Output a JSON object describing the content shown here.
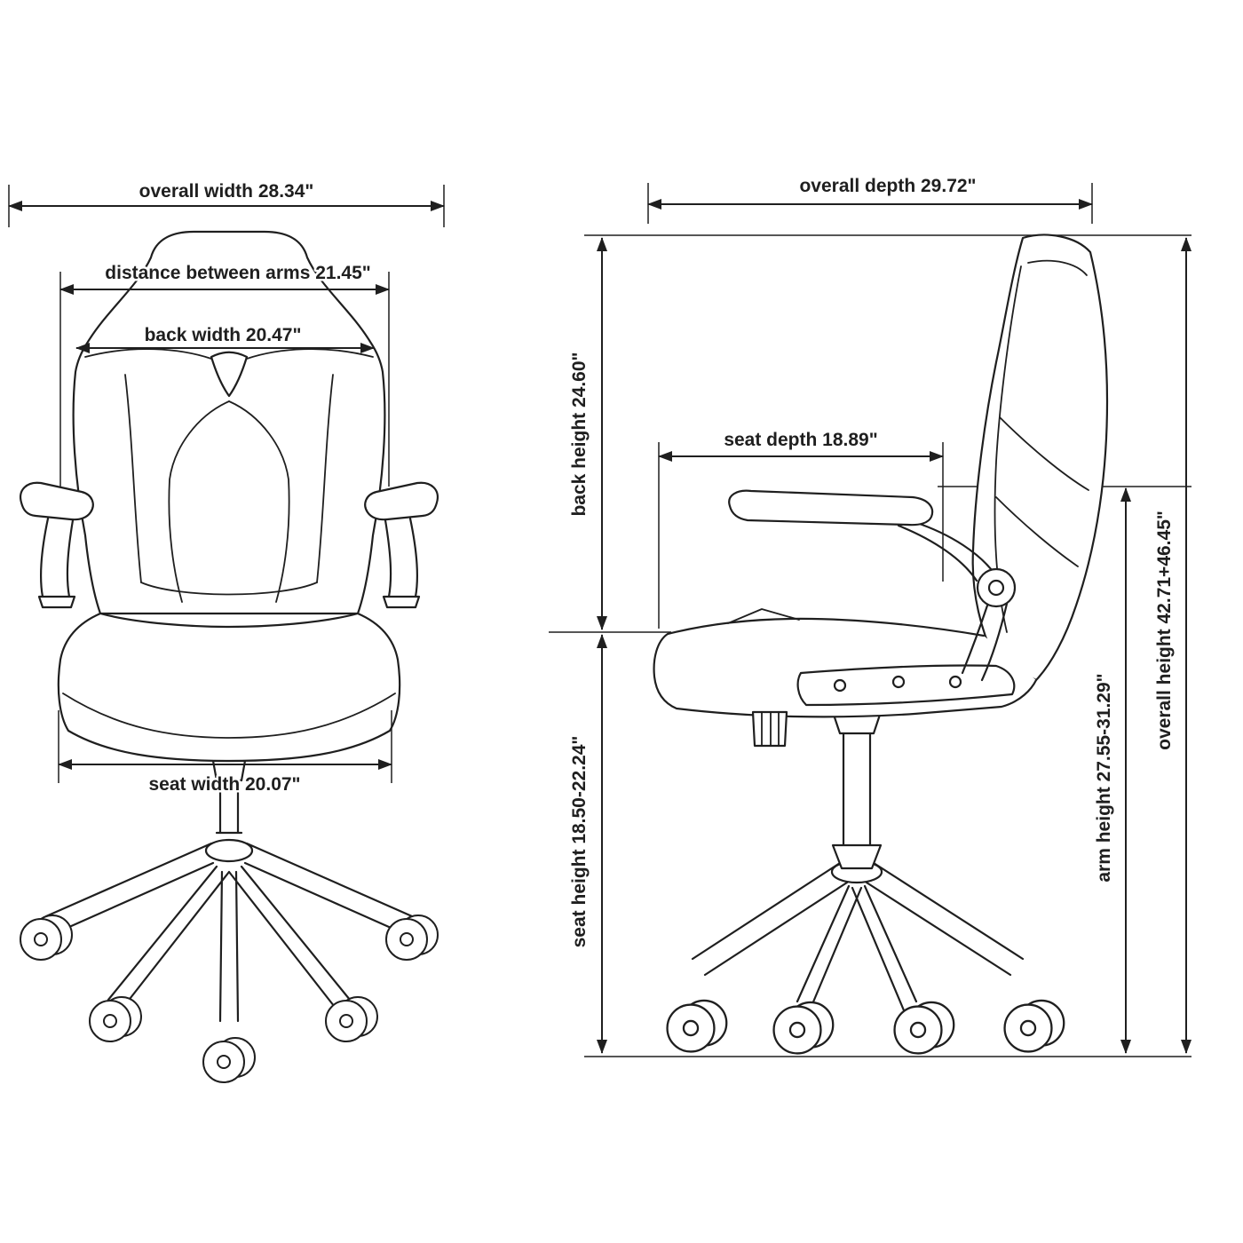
{
  "front_view": {
    "overall_width": "overall width 28.34\"",
    "distance_between_arms": "distance between arms 21.45\"",
    "back_width": "back width 20.47\"",
    "seat_width": "seat width 20.07\""
  },
  "side_view": {
    "overall_depth": "overall depth 29.72\"",
    "seat_depth": "seat depth 18.89\"",
    "back_height": "back height 24.60\"",
    "seat_height": "seat height 18.50-22.24\"",
    "arm_height": "arm height 27.55-31.29\"",
    "overall_height": "overall height 42.71+46.45\""
  },
  "colors": {
    "line": "#1f1f1f",
    "background": "#ffffff"
  }
}
